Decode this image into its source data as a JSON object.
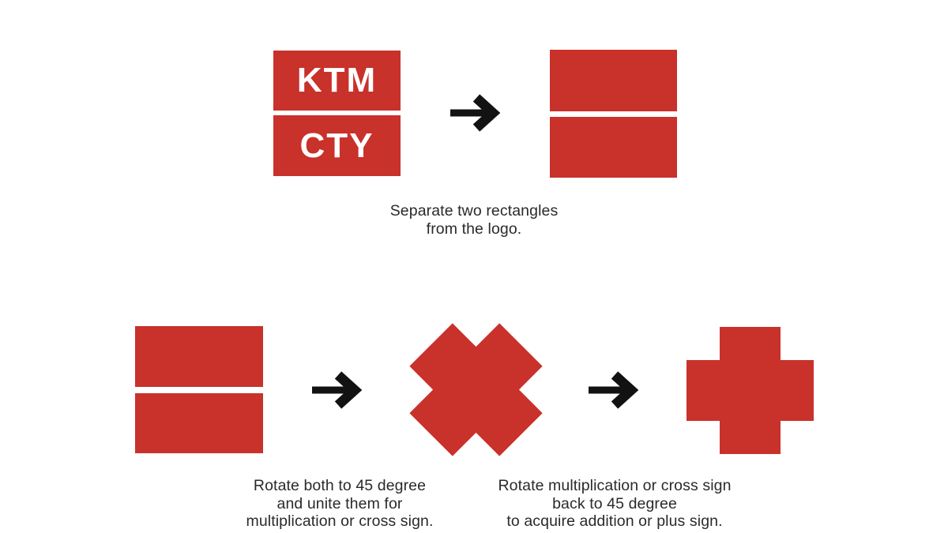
{
  "colors": {
    "brand_red": "#C9312B",
    "ink": "#121212",
    "text": "#2A2A2A"
  },
  "logo": {
    "line1": "KTM",
    "line2": "CTY"
  },
  "steps": {
    "step1": {
      "caption_lines": [
        "Separate two rectangles",
        "from the logo."
      ]
    },
    "step2": {
      "caption_lines": [
        "Rotate both to 45 degree",
        "and unite them for",
        "multiplication or cross sign."
      ]
    },
    "step3": {
      "caption_lines": [
        "Rotate multiplication or cross sign",
        "back to 45 degree",
        "to acquire addition or plus sign."
      ]
    }
  },
  "icons": {
    "arrow": "arrow-right-icon"
  }
}
